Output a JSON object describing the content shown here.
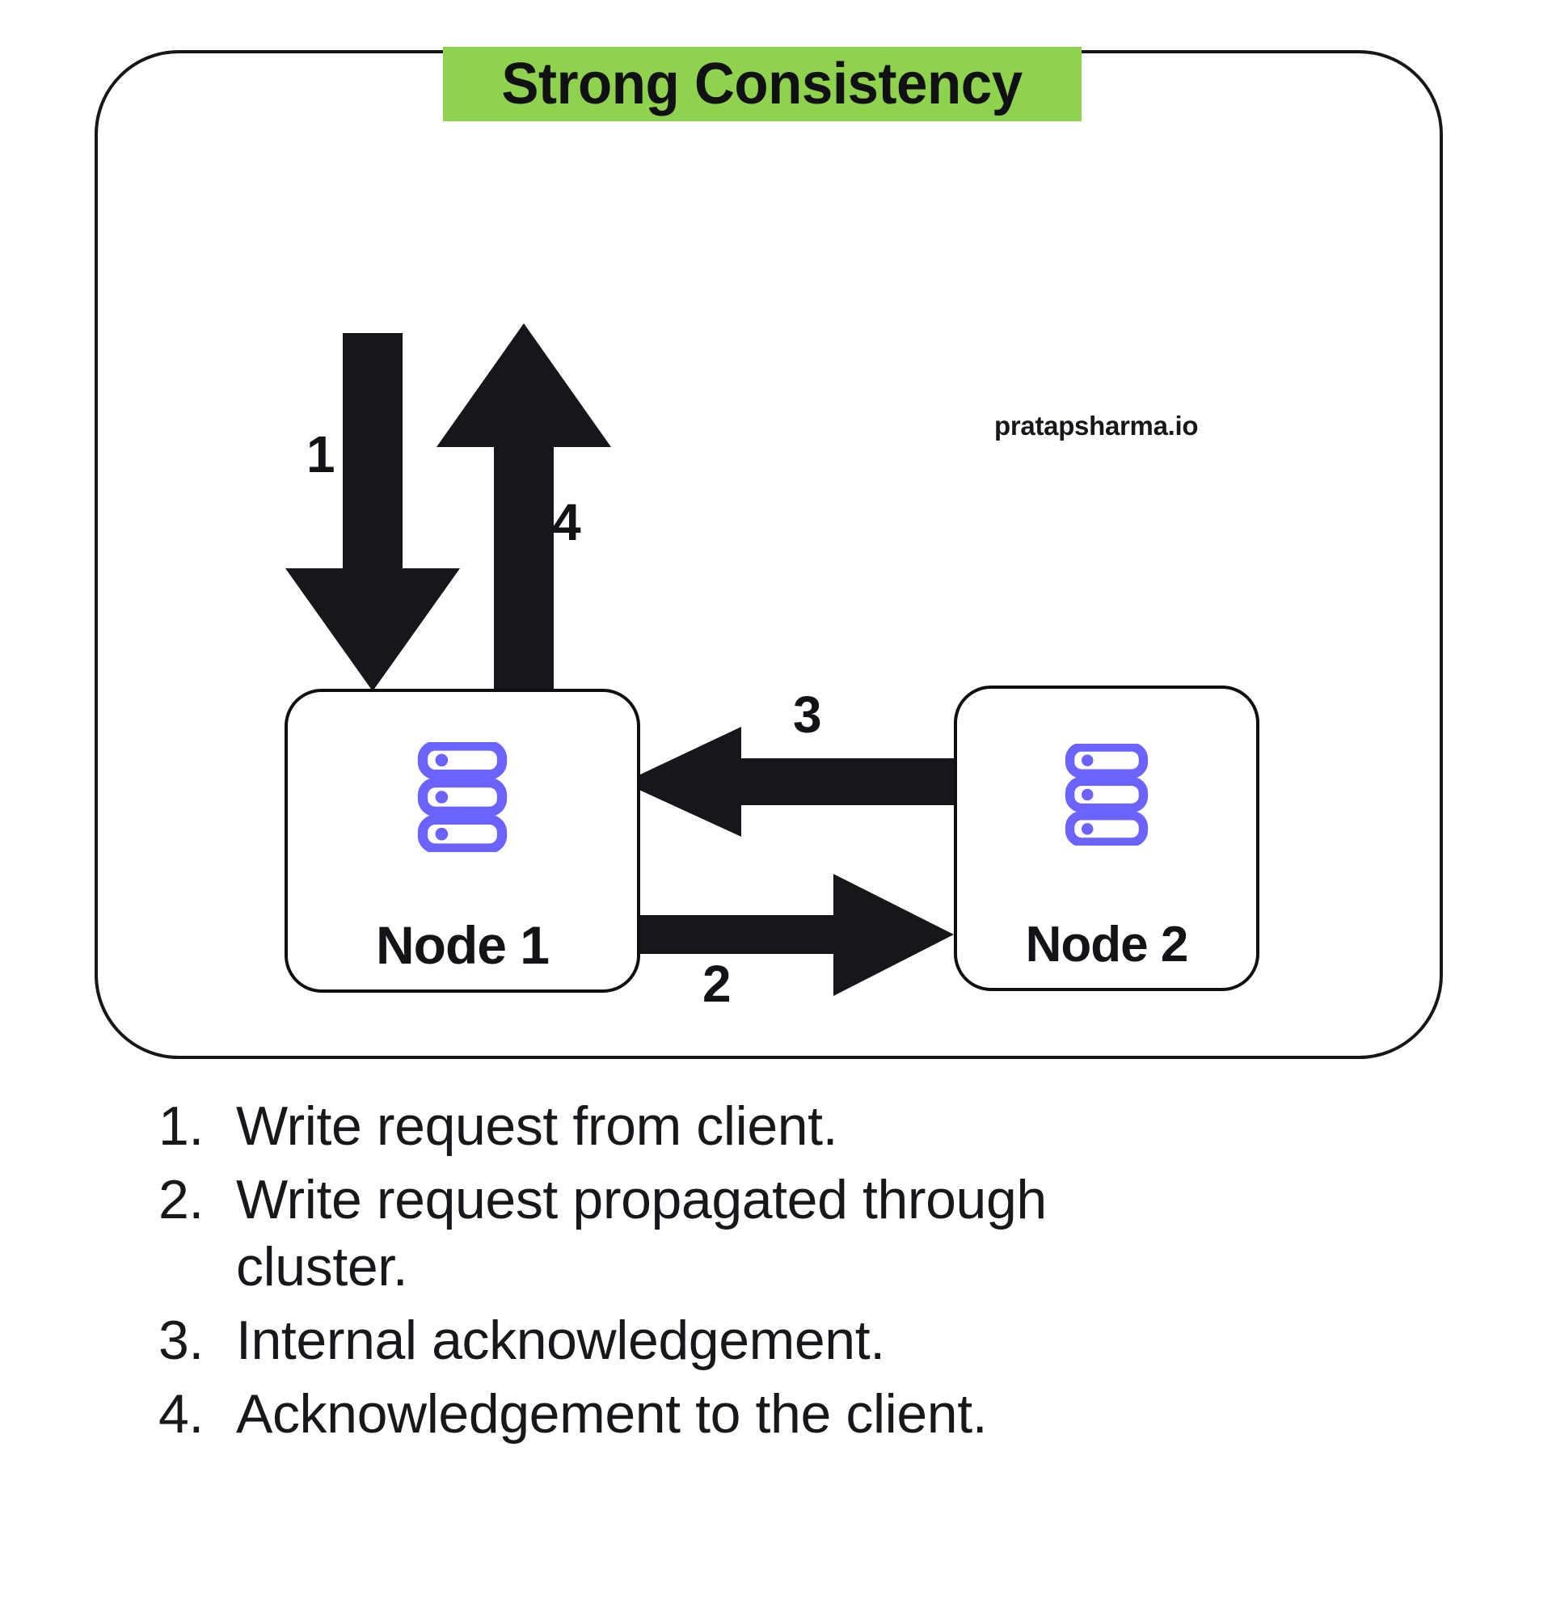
{
  "diagram": {
    "title": "Strong Consistency",
    "title_highlight_color": "#8ED24E",
    "watermark": "pratapsharma.io",
    "border_color": "#17171B",
    "nodes": [
      {
        "id": "node-1",
        "label": "Node 1",
        "icon": "database-server-icon",
        "icon_color": "#6C63FF"
      },
      {
        "id": "node-2",
        "label": "Node 2",
        "icon": "database-server-icon",
        "icon_color": "#6C63FF"
      }
    ],
    "arrows": [
      {
        "id": "arrow-1",
        "number": "1",
        "direction": "down",
        "from": "client",
        "to": "Node 1"
      },
      {
        "id": "arrow-2",
        "number": "2",
        "direction": "right",
        "from": "Node 1",
        "to": "Node 2"
      },
      {
        "id": "arrow-3",
        "number": "3",
        "direction": "left",
        "from": "Node 2",
        "to": "Node 1"
      },
      {
        "id": "arrow-4",
        "number": "4",
        "direction": "up",
        "from": "Node 1",
        "to": "client"
      }
    ]
  },
  "caption": {
    "items": [
      {
        "num": "1.",
        "text": "Write request from client."
      },
      {
        "num": "2.",
        "text": "Write request propagated through cluster."
      },
      {
        "num": "3.",
        "text": "Internal acknowledgement."
      },
      {
        "num": "4.",
        "text": "Acknowledgement to the client."
      }
    ]
  }
}
